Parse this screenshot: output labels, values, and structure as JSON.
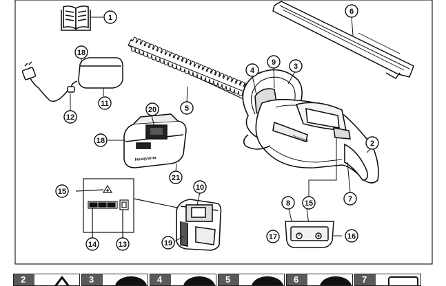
{
  "callouts": {
    "c1": "1",
    "c2": "2",
    "c3": "3",
    "c4": "4",
    "c5": "5",
    "c6": "6",
    "c7": "7",
    "c8": "8",
    "c9": "9",
    "c10": "10",
    "c11": "11",
    "c12": "12",
    "c13": "13",
    "c14": "14",
    "c15a": "15",
    "c15b": "15",
    "c16": "16",
    "c17": "17",
    "c18a": "18",
    "c18b": "18",
    "c19": "19",
    "c20": "20",
    "c21": "21"
  },
  "brand": {
    "charger_logo": "Husqvarna",
    "trimmer_logo": "Husqvarna"
  },
  "strip": [
    {
      "num": "2",
      "icon": "warning-triangle-icon"
    },
    {
      "num": "3",
      "icon": "read-manual-icon"
    },
    {
      "num": "4",
      "icon": "eye-ear-protection-icon"
    },
    {
      "num": "5",
      "icon": "gloves-icon"
    },
    {
      "num": "6",
      "icon": "no-rain-icon"
    },
    {
      "num": "7",
      "icon": "recycle-bin-icon"
    }
  ]
}
